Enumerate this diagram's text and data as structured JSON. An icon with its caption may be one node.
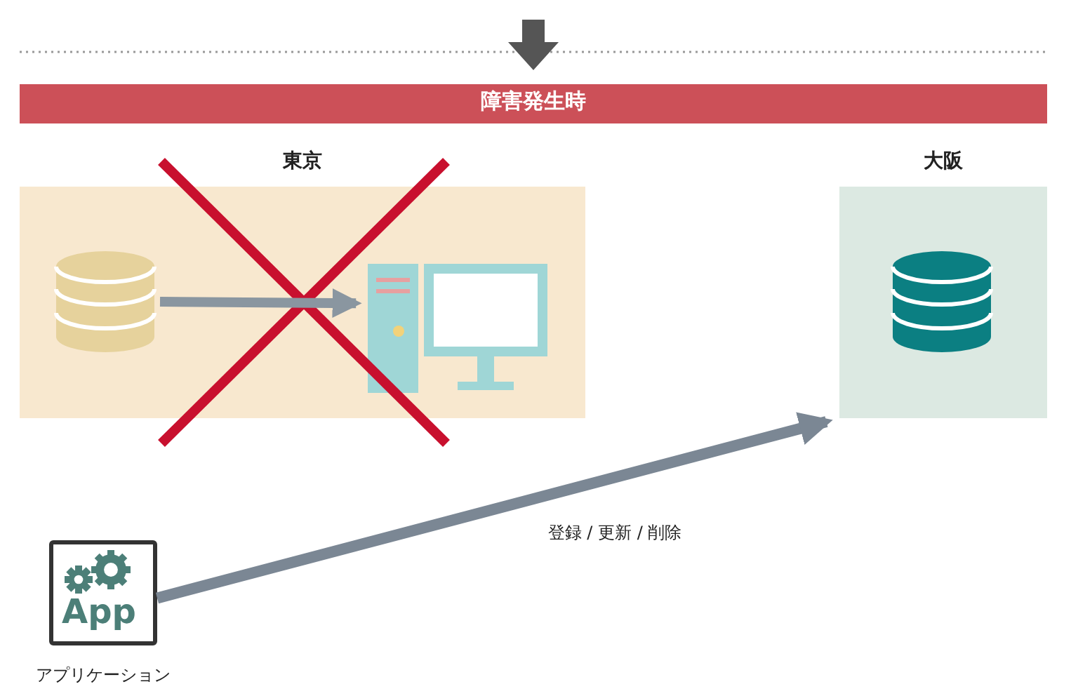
{
  "diagram": {
    "nodes": [
      {
        "text": [
          "障害発生時"
        ]
      },
      {
        "text": [
          "東京"
        ]
      },
      {
        "text": [],
        "shape": "cylinder",
        "in": 1
      },
      {
        "text": [],
        "shape": "computer",
        "in": 1
      },
      {
        "text": [
          "大阪"
        ]
      },
      {
        "text": [],
        "shape": "cylinder",
        "in": 4
      },
      {
        "text": [
          "App"
        ],
        "beside": [
          "アプリケーション"
        ]
      }
    ],
    "edges": [
      {
        "from": 2,
        "to": 3,
        "arrow": "to"
      },
      {
        "from": 6,
        "to": 4,
        "arrow": "to",
        "label": "登録 / 更新 / 削除"
      }
    ]
  }
}
